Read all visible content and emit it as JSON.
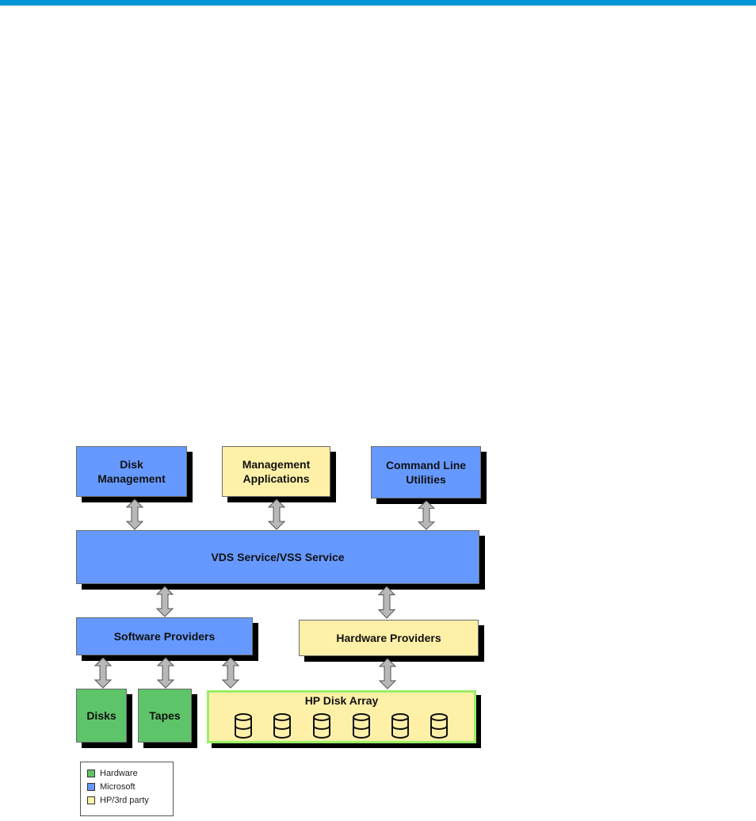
{
  "boxes": {
    "disk_management": "Disk\nManagement",
    "management_applications": "Management\nApplications",
    "command_line_utilities": "Command Line\nUtilities",
    "vds_vss_service": "VDS Service/VSS Service",
    "software_providers": "Software Providers",
    "hardware_providers": "Hardware Providers",
    "disks": "Disks",
    "tapes": "Tapes",
    "hp_disk_array": "HP Disk Array"
  },
  "legend": {
    "items": [
      {
        "label": "Hardware",
        "color": "#5ec46a"
      },
      {
        "label": "Microsoft",
        "color": "#6699ff"
      },
      {
        "label": "HP/3rd party",
        "color": "#fff0a8"
      }
    ]
  },
  "colors": {
    "microsoft": "#6699ff",
    "hp_third_party": "#fff0a8",
    "hardware": "#5ec46a",
    "header_bar": "#0096d6",
    "arrow": "#b8b8b8"
  },
  "icons": {
    "disk": "disk-cylinder-icon",
    "connector": "double-arrow-icon"
  }
}
